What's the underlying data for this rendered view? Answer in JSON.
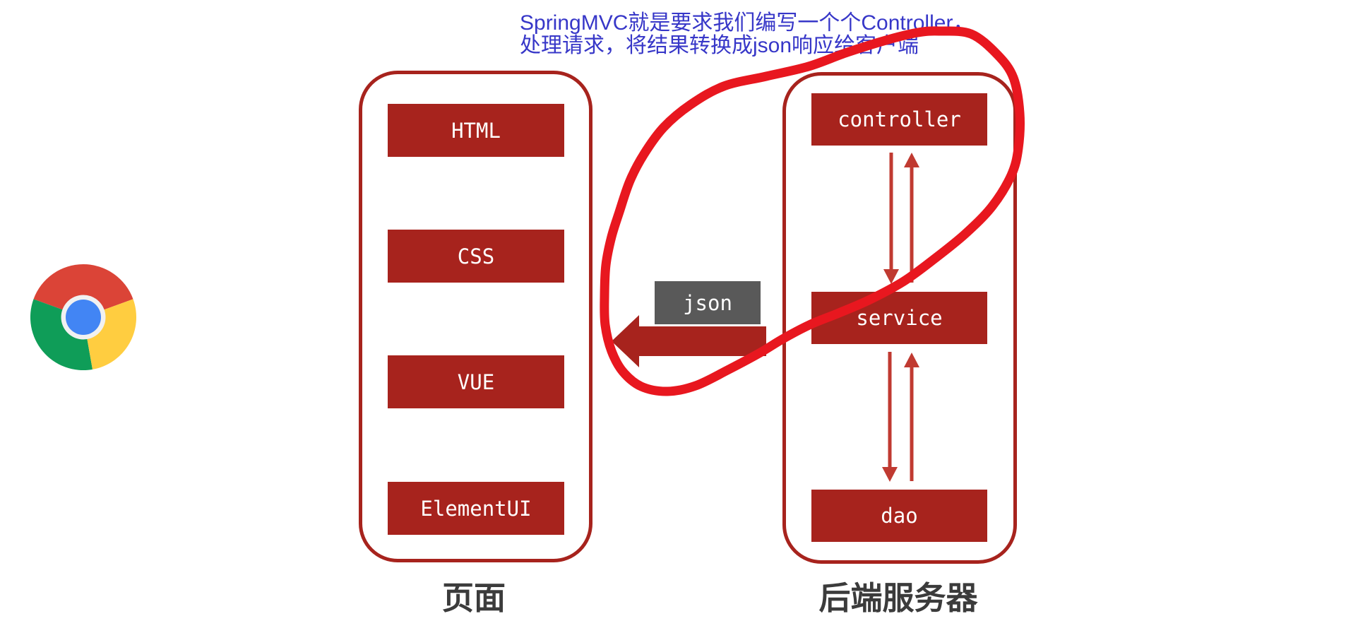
{
  "annotation": {
    "line1": "SpringMVC就是要求我们编写一个个Controller，",
    "line2": "处理请求，将结果转换成json响应给客户端"
  },
  "frontend": {
    "label": "页面",
    "boxes": [
      "HTML",
      "CSS",
      "VUE",
      "ElementUI"
    ]
  },
  "backend": {
    "label": "后端服务器",
    "boxes": [
      "controller",
      "service",
      "dao"
    ]
  },
  "json_flow": {
    "label": "json"
  },
  "icons": {
    "browser": "chrome-logo"
  },
  "colors": {
    "box_red": "#a7231d",
    "panel_border": "#a7231d",
    "arrow_red": "#c03a31",
    "json_gray": "#595959",
    "marker_red": "#e8171f",
    "label_gray": "#3b3b3b",
    "note_blue": "#3737c8"
  }
}
